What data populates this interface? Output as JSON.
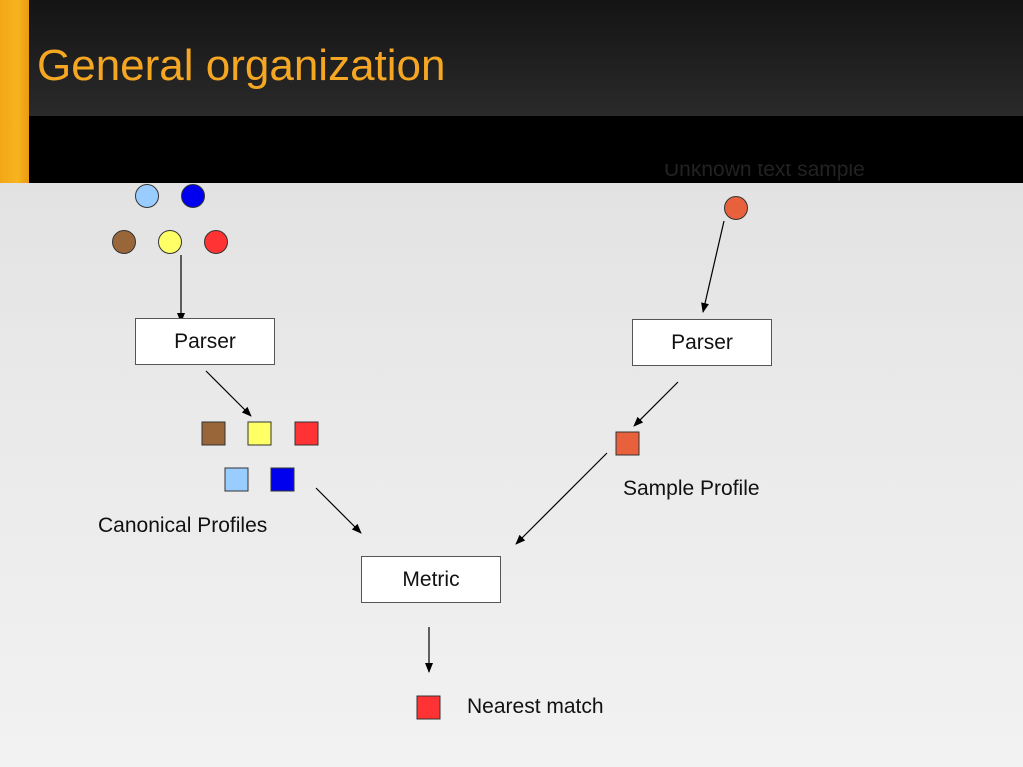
{
  "slide": {
    "title": "General organization"
  },
  "diagram": {
    "unknown_label": "Unknown text sample",
    "left_parser_label": "Parser",
    "right_parser_label": "Parser",
    "metric_label": "Metric",
    "canonical_profiles_label": "Canonical Profiles",
    "sample_profile_label": "Sample Profile",
    "nearest_match_label": "Nearest match",
    "colors": {
      "light_blue": "#99ccff",
      "blue": "#0000ee",
      "brown": "#99663a",
      "yellow": "#ffff66",
      "red": "#ff3333",
      "orange": "#e8603c",
      "header_accent": "#f5a623",
      "title": "#f5a623"
    }
  }
}
